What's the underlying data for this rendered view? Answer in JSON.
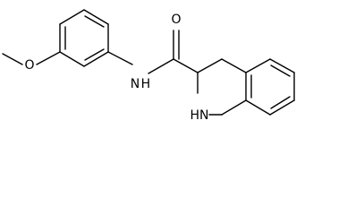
{
  "atom_labels": {
    "methoxy_o": "O",
    "carbonyl_o": "O",
    "amide_nh": "N H",
    "ring_nh": "HN"
  },
  "colors": {
    "bond": "#000000",
    "label": "#000000",
    "background": "#ffffff"
  }
}
